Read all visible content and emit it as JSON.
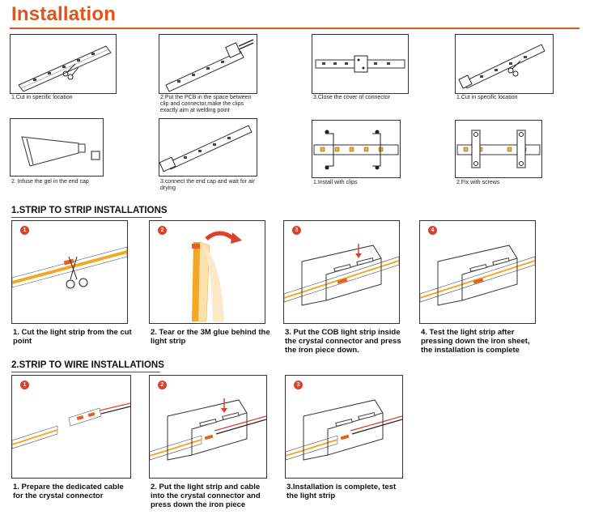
{
  "title": "Installation",
  "top_steps": [
    {
      "caption": "1.Cut in specific location"
    },
    {
      "caption": "2.Put the PCB in the space between clip and connector,make the clips exactly aim at welding point"
    },
    {
      "caption": "3.Close the cover of connector"
    },
    {
      "caption": "1.Cut in specific location"
    },
    {
      "caption": "2. Infuse the gel in the end cap"
    },
    {
      "caption": "3.connect the end cap and wait for air drying"
    },
    {
      "caption": "1.Install with clips"
    },
    {
      "caption": "2.Fix with screws"
    }
  ],
  "section1": {
    "heading": "1.STRIP TO STRIP INSTALLATIONS",
    "steps": [
      {
        "num": "1",
        "caption": "1. Cut the light strip from the cut point"
      },
      {
        "num": "2",
        "caption": "2. Tear or the 3M glue behind the light strip"
      },
      {
        "num": "3",
        "caption": "3. Put the COB light strip inside the crystal connector and press the iron piece down."
      },
      {
        "num": "4",
        "caption": "4. Test the light strip after pressing down the iron sheet, the installation is complete"
      }
    ]
  },
  "section2": {
    "heading": "2.STRIP TO WIRE INSTALLATIONS",
    "steps": [
      {
        "num": "1",
        "caption": "1. Prepare the dedicated cable for the crystal connector"
      },
      {
        "num": "2",
        "caption": "2. Put the light strip and cable into the crystal connector and press down the iron piece"
      },
      {
        "num": "3",
        "caption": "3.Installation is complete, test the light strip"
      }
    ]
  },
  "colors": {
    "accent": "#e2541b",
    "strip": "#f5a623",
    "badge": "#d9412a"
  }
}
